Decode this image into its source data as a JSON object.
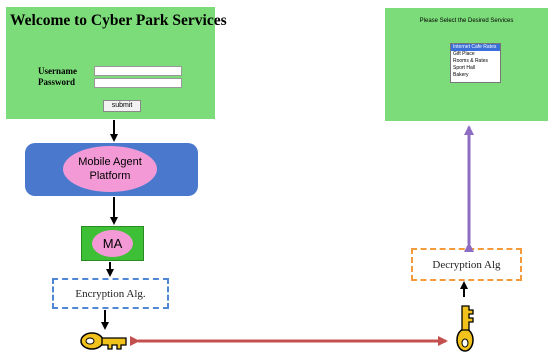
{
  "login": {
    "title": "Welcome to Cyber Park Services",
    "username_label": "Username",
    "password_label": "Password",
    "username_value": "",
    "password_value": "",
    "submit_label": "submit"
  },
  "services": {
    "title": "Please Select the Desired Services",
    "options": [
      "Internet Cafe Rates",
      "Gift Place",
      "Rooms & Rates",
      "Sport Hall",
      "Bakery"
    ],
    "selected_index": 0
  },
  "platform": {
    "line1": "Mobile Agent",
    "line2": "Platform"
  },
  "agent": {
    "label": "MA"
  },
  "encryption": {
    "label": "Encryption Alg."
  },
  "decryption": {
    "label": "Decryption Alg"
  },
  "colors": {
    "panel_green": "#7ddc7a",
    "platform_blue": "#4a78cd",
    "ellipse_pink": "#f39ad6",
    "agent_green": "#3dbf36",
    "enc_border": "#4f87d4",
    "dec_border": "#f59a3a",
    "key_gold": "#f2c21c",
    "link_red": "#c44f4f",
    "link_purple": "#8e6cc4"
  }
}
